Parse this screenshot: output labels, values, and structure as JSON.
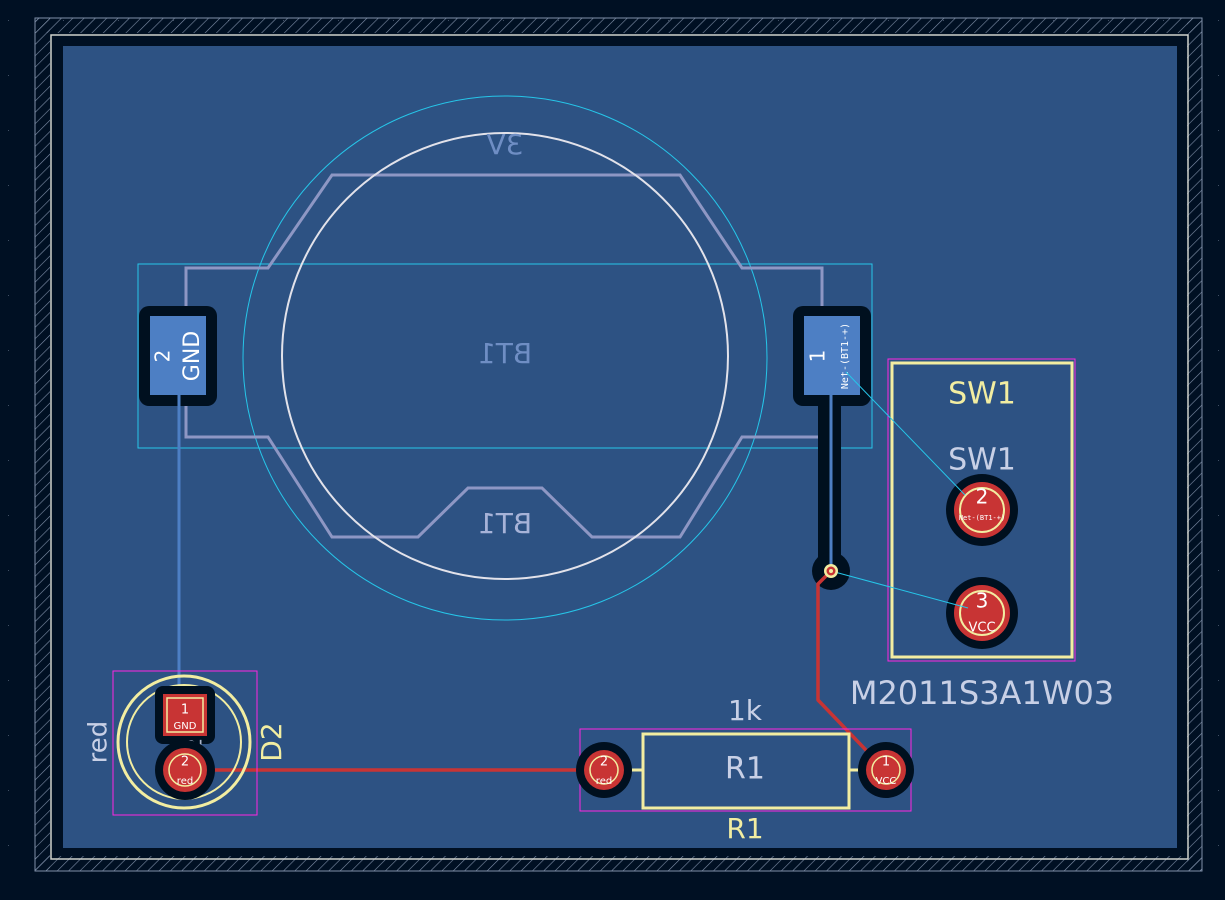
{
  "board": {
    "colors": {
      "background": "#001023",
      "copper_fill": "#2d5283",
      "board_edge": "#d0d2cd",
      "front_silk": "#f2eda1",
      "back_silk": "#e8e8f0",
      "back_copper": "#4d7fc4",
      "front_copper": "#c83434",
      "courtyard": "#ff26e2",
      "back_courtyard": "#26e9ff"
    }
  },
  "components": {
    "bt1": {
      "ref_silk": "BT1",
      "ref_fab": "BT1",
      "value": "3V",
      "pads": [
        {
          "number": "2",
          "net": "GND"
        },
        {
          "number": "1",
          "net": "Net-(BT1-+)"
        }
      ]
    },
    "sw1": {
      "ref_silk": "SW1",
      "ref_fab": "SW1",
      "value": "M2011S3A1W03",
      "pads": [
        {
          "number": "2",
          "net": "Net-(BT1-+)"
        },
        {
          "number": "3",
          "net": "VCC"
        }
      ]
    },
    "r1": {
      "ref_silk": "R1",
      "ref_fab": "R1",
      "value": "1k",
      "pads": [
        {
          "number": "2",
          "net": "red"
        },
        {
          "number": "1",
          "net": "VCC"
        }
      ]
    },
    "d2": {
      "ref_silk": "D2",
      "ref_fab": "D2",
      "value": "red",
      "pads": [
        {
          "number": "1",
          "net": "GND"
        },
        {
          "number": "2",
          "net": "red"
        }
      ]
    }
  }
}
